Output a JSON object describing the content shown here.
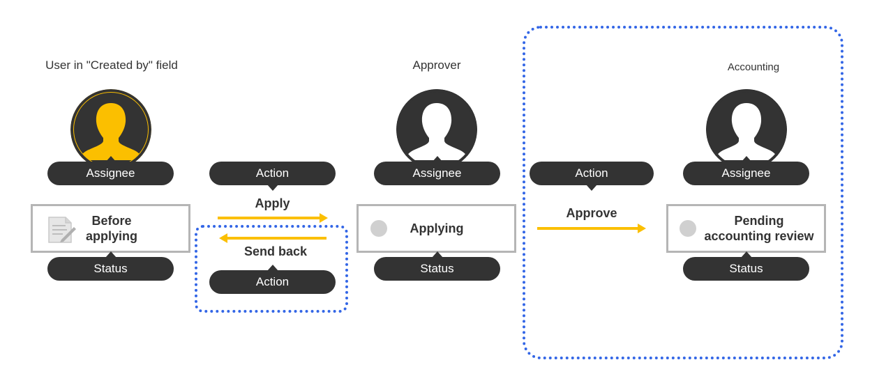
{
  "colors": {
    "accent_yellow": "#fbbf00",
    "dark": "#333333",
    "box_border": "#b5b5b5",
    "dotted_blue": "#3366e6",
    "status_dot": "#d0d0d0"
  },
  "roles": {
    "creator": "User in \"Created by\" field",
    "approver": "Approver",
    "accounting": "Accounting"
  },
  "tags": {
    "assignee": "Assignee",
    "status": "Status",
    "action": "Action"
  },
  "statuses": {
    "before_line1": "Before",
    "before_line2": "applying",
    "applying": "Applying",
    "pending_line1": "Pending",
    "pending_line2": "accounting review"
  },
  "actions": {
    "apply": "Apply",
    "send_back": "Send back",
    "approve": "Approve"
  },
  "icons": {
    "creator_avatar": "person-icon",
    "approver_avatar": "person-icon",
    "accounting_avatar": "person-icon",
    "before_status": "document-edit-icon",
    "applying_status": "circle-icon",
    "pending_status": "circle-icon"
  }
}
